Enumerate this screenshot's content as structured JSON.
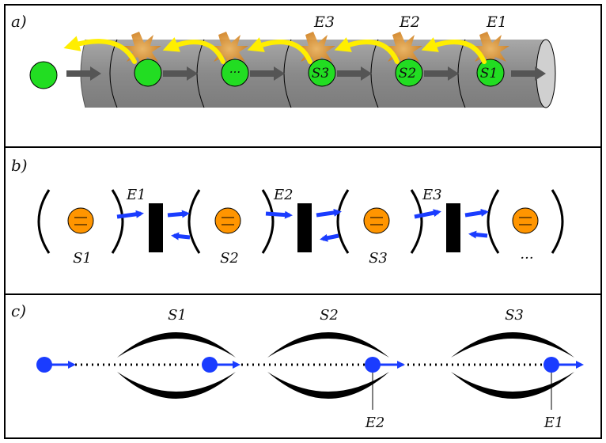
{
  "panels": {
    "a": {
      "label": "a)",
      "cells": [
        "",
        "",
        "···",
        "S3",
        "S2",
        "S1"
      ],
      "energies": [
        "E3",
        "E2",
        "E1"
      ],
      "colors": {
        "cell": "#22dd22",
        "tube": "#8c8c8c",
        "arrow": "#ffee00",
        "flash": "#e8a040"
      }
    },
    "b": {
      "label": "b)",
      "systems": [
        "S1",
        "S2",
        "S3",
        "···"
      ],
      "energies": [
        "E1",
        "E2",
        "E3"
      ],
      "colors": {
        "atom": "#ff9500",
        "arrow": "#1a3cff",
        "barrier": "#000000"
      }
    },
    "c": {
      "label": "c)",
      "systems": [
        "S1",
        "S2",
        "S3"
      ],
      "energies": [
        "E2",
        "E1"
      ],
      "colors": {
        "dot": "#1a3cff"
      }
    }
  }
}
